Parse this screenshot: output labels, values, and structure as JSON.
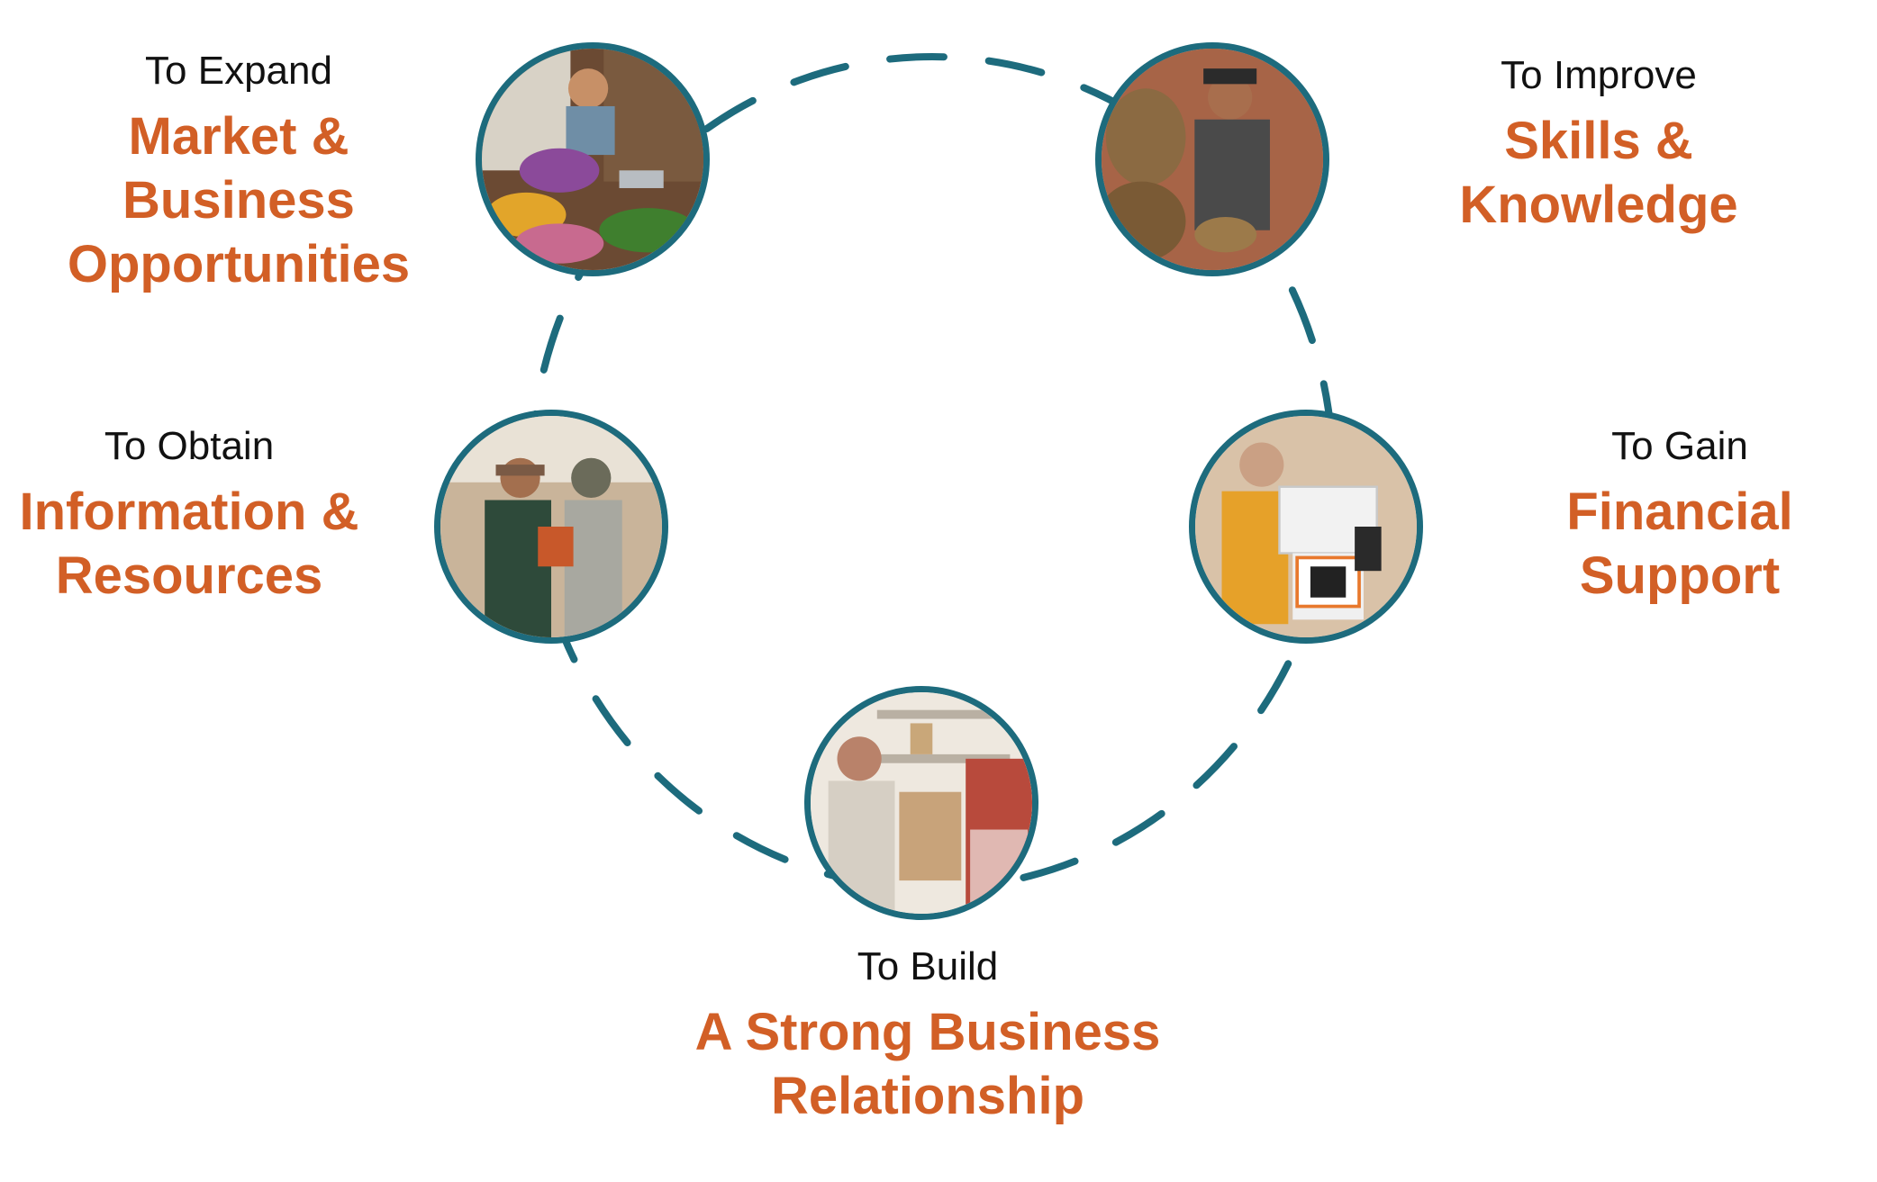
{
  "theme": {
    "ring_color": "#1d6b7d",
    "lead_color": "#111111",
    "topic_color": "#d25f26"
  },
  "items": {
    "market": {
      "lead": "To Expand",
      "topic_line1": "Market &",
      "topic_line2": "Business",
      "topic_line3": "Opportunities",
      "photo_icon": "market-vendor-photo"
    },
    "skills": {
      "lead": "To Improve",
      "topic_line1": "Skills &",
      "topic_line2": "Knowledge",
      "photo_icon": "basket-weaver-photo"
    },
    "information": {
      "lead": "To Obtain",
      "topic_line1": "Information &",
      "topic_line2": "Resources",
      "photo_icon": "shop-owners-photo"
    },
    "financial": {
      "lead": "To Gain",
      "topic_line1": "Financial",
      "topic_line2": "Support",
      "photo_icon": "qr-payment-photo"
    },
    "relationship": {
      "lead": "To Build",
      "topic_line1": "A Strong Business",
      "topic_line2": "Relationship",
      "photo_icon": "customer-handoff-photo"
    }
  }
}
